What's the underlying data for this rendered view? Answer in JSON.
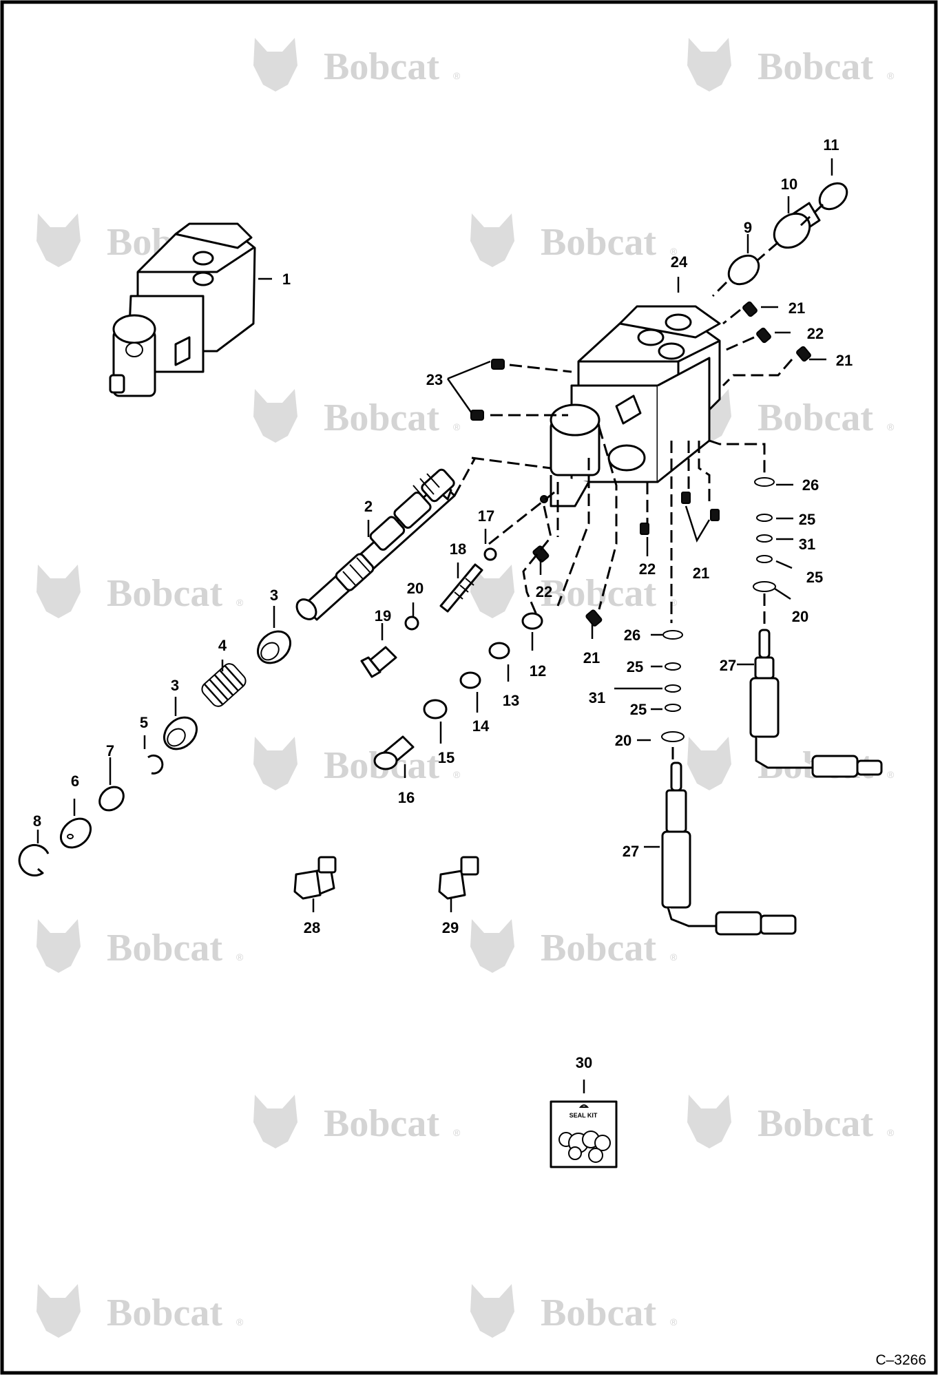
{
  "watermark": {
    "brand": "Bobcat",
    "mark": "®"
  },
  "figure_number": "C–3266",
  "seal_kit_label": "SEAL KIT",
  "callouts": {
    "c1": "1",
    "c2": "2",
    "c3a": "3",
    "c3b": "3",
    "c4": "4",
    "c5": "5",
    "c6": "6",
    "c7": "7",
    "c8": "8",
    "c9": "9",
    "c10": "10",
    "c11": "11",
    "c12": "12",
    "c13": "13",
    "c14": "14",
    "c15": "15",
    "c16": "16",
    "c17": "17",
    "c18": "18",
    "c19": "19",
    "c20a": "20",
    "c20b": "20",
    "c20c": "20",
    "c21a": "21",
    "c21b": "21",
    "c21c": "21",
    "c21d": "21",
    "c22a": "22",
    "c22b": "22",
    "c22c": "22",
    "c23": "23",
    "c24": "24",
    "c25a": "25",
    "c25b": "25",
    "c25c": "25",
    "c25d": "25",
    "c26a": "26",
    "c26b": "26",
    "c27a": "27",
    "c27b": "27",
    "c28": "28",
    "c29": "29",
    "c30": "30",
    "c31a": "31",
    "c31b": "31"
  }
}
